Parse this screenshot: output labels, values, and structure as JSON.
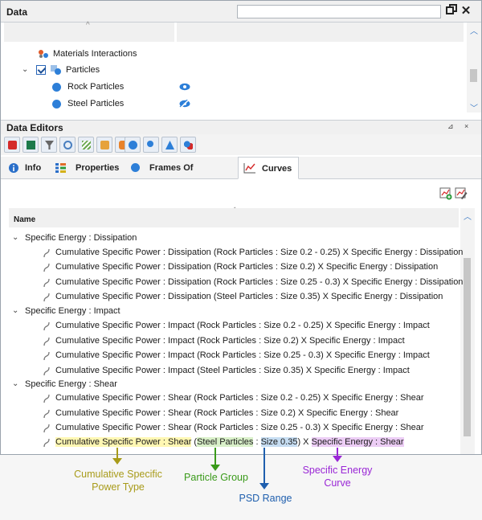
{
  "data_panel": {
    "title": "Data",
    "search_value": "",
    "tree": [
      {
        "label": "Materials Interactions"
      },
      {
        "label": "Particles"
      },
      {
        "label": "Rock Particles"
      },
      {
        "label": "Steel Particles"
      }
    ]
  },
  "editors": {
    "title": "Data Editors",
    "tabs": [
      {
        "label": "Info"
      },
      {
        "label": "Properties"
      },
      {
        "label": "Frames Of Reference"
      },
      {
        "label": "Curves"
      }
    ],
    "column_header": "Name",
    "groups": [
      {
        "label": "Specific Energy : Dissipation",
        "items": [
          "Cumulative Specific Power : Dissipation (Rock Particles : Size 0.2 - 0.25) X Specific Energy : Dissipation",
          "Cumulative Specific Power : Dissipation (Rock Particles : Size 0.2) X Specific Energy : Dissipation",
          "Cumulative Specific Power : Dissipation (Rock Particles : Size 0.25 - 0.3) X Specific Energy : Dissipation",
          "Cumulative Specific Power : Dissipation (Steel Particles : Size 0.35) X Specific Energy : Dissipation"
        ]
      },
      {
        "label": "Specific Energy : Impact",
        "items": [
          "Cumulative Specific Power : Impact (Rock Particles : Size 0.2 - 0.25) X Specific Energy : Impact",
          "Cumulative Specific Power : Impact (Rock Particles : Size 0.2) X Specific Energy : Impact",
          "Cumulative Specific Power : Impact (Rock Particles : Size 0.25 - 0.3) X Specific Energy : Impact",
          "Cumulative Specific Power : Impact (Steel Particles : Size 0.35) X Specific Energy : Impact"
        ]
      },
      {
        "label": "Specific Energy : Shear",
        "items": [
          "Cumulative Specific Power : Shear (Rock Particles : Size 0.2 - 0.25) X Specific Energy : Shear",
          "Cumulative Specific Power : Shear (Rock Particles : Size 0.2) X Specific Energy : Shear",
          "Cumulative Specific Power : Shear (Rock Particles : Size 0.25 - 0.3) X Specific Energy : Shear"
        ]
      }
    ],
    "highlighted_item": {
      "type": "Cumulative Specific Power : Shear",
      "open": " (",
      "group": "Steel Particles",
      "sep": " : ",
      "psd": "Size 0.35",
      "x": ") X ",
      "curve": "Specific Energy : Shear"
    }
  },
  "annotations": {
    "type": "Cumulative Specific Power Type",
    "group": "Particle Group",
    "psd": "PSD Range",
    "curve": "Specific Energy Curve",
    "colors": {
      "type": "#a89b1a",
      "group": "#3a9a1a",
      "psd": "#1f5fae",
      "curve": "#9a27d6"
    }
  }
}
